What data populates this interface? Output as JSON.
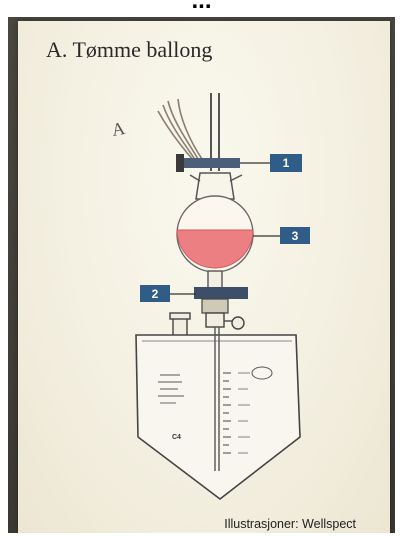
{
  "header_fragment": "...",
  "title": "A. Tømme ballong",
  "side_letter": "A",
  "callouts": {
    "one": "1",
    "two": "2",
    "three": "3"
  },
  "bag_code": "C4",
  "credit": "Illustrasjoner: Wellspect",
  "colors": {
    "balloon_fluid": "#ec7f82",
    "callout_box": "#2f5d87",
    "paper": "#f5f2e4"
  },
  "icons": [
    "balloon-icon",
    "tube-icon",
    "drainage-bag-icon",
    "valve-icon"
  ]
}
